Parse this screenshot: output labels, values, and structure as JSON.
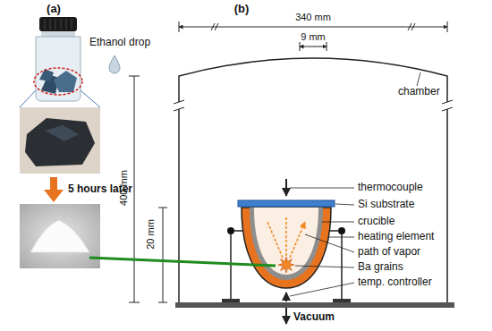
{
  "diagram": {
    "labels": [
      "(a)",
      "(b)",
      "Ethanol drop",
      "5 hours later",
      "340 mm",
      "9 mm",
      "400 mm",
      "20 mm",
      "chamber",
      "thermocouple",
      "Si substrate",
      "crucible",
      "heating element",
      "path of vapor",
      "Ba grains",
      "temp. controller",
      "Vacuum"
    ]
  }
}
